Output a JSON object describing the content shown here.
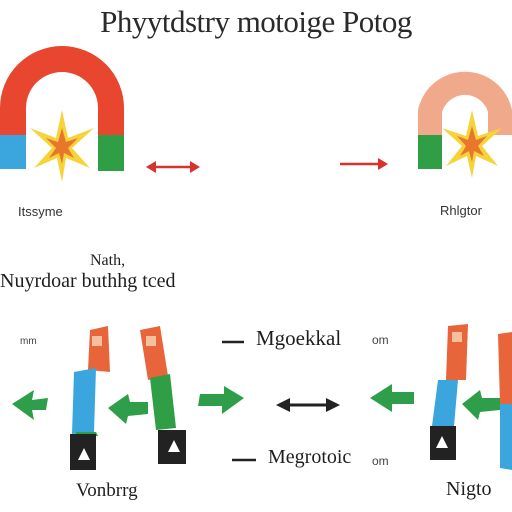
{
  "title": "Phyytdstry motoige Potog",
  "labels": {
    "top_left": "Itssyme",
    "top_right": "Rhlgtor",
    "middle_small": "Nath,",
    "middle_big": "Nuyrdoar buthhg tced",
    "left_tiny": "mm",
    "middle_top": "Mgoekkal",
    "middle_top_tiny": "om",
    "middle_bottom": "Megrotoic",
    "middle_bottom_tiny": "om",
    "bottom_left": "Vonbrrg",
    "bottom_right": "Nigto"
  },
  "colors": {
    "red": "#e8462f",
    "orange_red": "#e8643a",
    "salmon": "#f0a98a",
    "blue": "#3aa6dd",
    "green": "#2f9e45",
    "arrow_green": "#2e9e4a",
    "black": "#222222",
    "star_yellow": "#f7d33a",
    "star_orange": "#e8762b",
    "arrow_red": "#d8322c"
  },
  "icons": [
    "star-burst-icon",
    "red-double-arrow-icon",
    "red-arrow-icon",
    "green-arrow-icon",
    "black-double-arrow-icon"
  ]
}
